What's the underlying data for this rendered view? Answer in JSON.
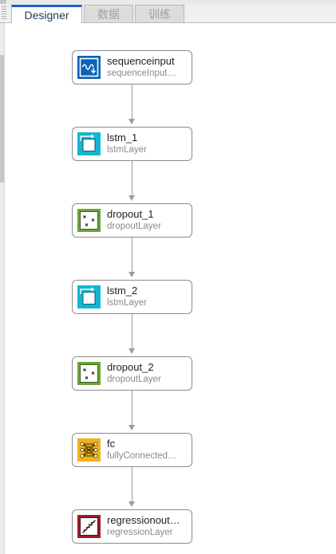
{
  "top_glyph": "⊟",
  "tabs": [
    {
      "label": "Designer",
      "active": true
    },
    {
      "label": "数据",
      "active": false
    },
    {
      "label": "训练",
      "active": false
    }
  ],
  "layers": [
    {
      "name": "sequenceinput",
      "type": "sequenceInput…",
      "icon": "sequence-input-icon",
      "color": "#0b63b8"
    },
    {
      "name": "lstm_1",
      "type": "lstmLayer",
      "icon": "lstm-icon",
      "color": "#14b6cf"
    },
    {
      "name": "dropout_1",
      "type": "dropoutLayer",
      "icon": "dropout-icon",
      "color": "#6aa338"
    },
    {
      "name": "lstm_2",
      "type": "lstmLayer",
      "icon": "lstm-icon",
      "color": "#14b6cf"
    },
    {
      "name": "dropout_2",
      "type": "dropoutLayer",
      "icon": "dropout-icon",
      "color": "#6aa338"
    },
    {
      "name": "fc",
      "type": "fullyConnected…",
      "icon": "fully-connected-icon",
      "color": "#f0b21c"
    },
    {
      "name": "regressionout…",
      "type": "regressionLayer",
      "icon": "regression-output-icon",
      "color": "#9b1b2a"
    }
  ]
}
